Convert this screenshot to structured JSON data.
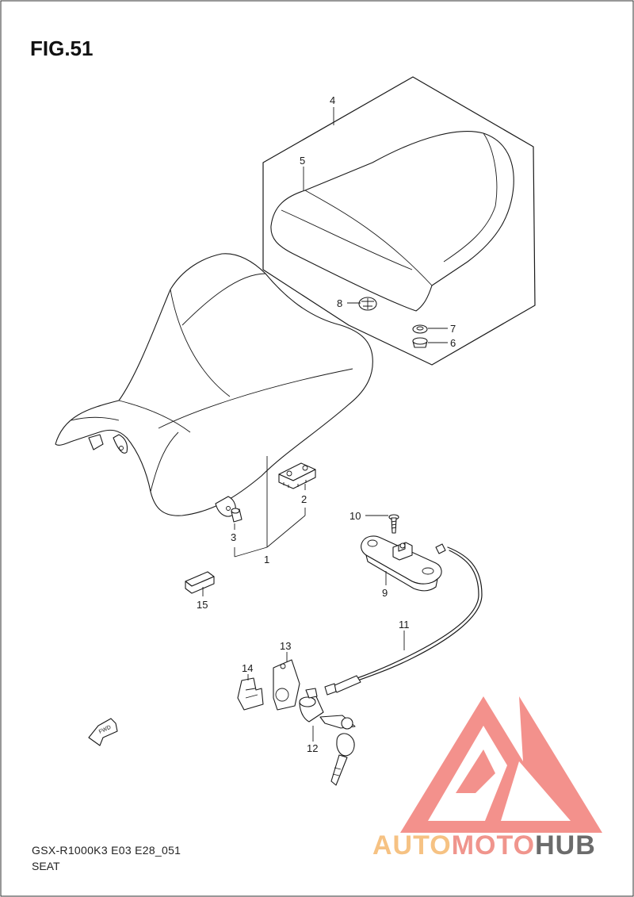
{
  "figure": {
    "title": "FIG.51"
  },
  "footer": {
    "model_code": "GSX-R1000K3 E03 E28_051",
    "section_name": "SEAT"
  },
  "callouts": [
    "1",
    "2",
    "3",
    "4",
    "5",
    "6",
    "7",
    "8",
    "9",
    "10",
    "11",
    "12",
    "13",
    "14",
    "15"
  ],
  "fwd_label": "FWD",
  "watermark": {
    "part1": "AUTO",
    "part2": "MOTO",
    "part3": "HUB",
    "colors": {
      "auto": "#f6c283",
      "moto": "#f0958d",
      "hub": "#6b6b6b",
      "triangle": "#f27e78"
    }
  }
}
